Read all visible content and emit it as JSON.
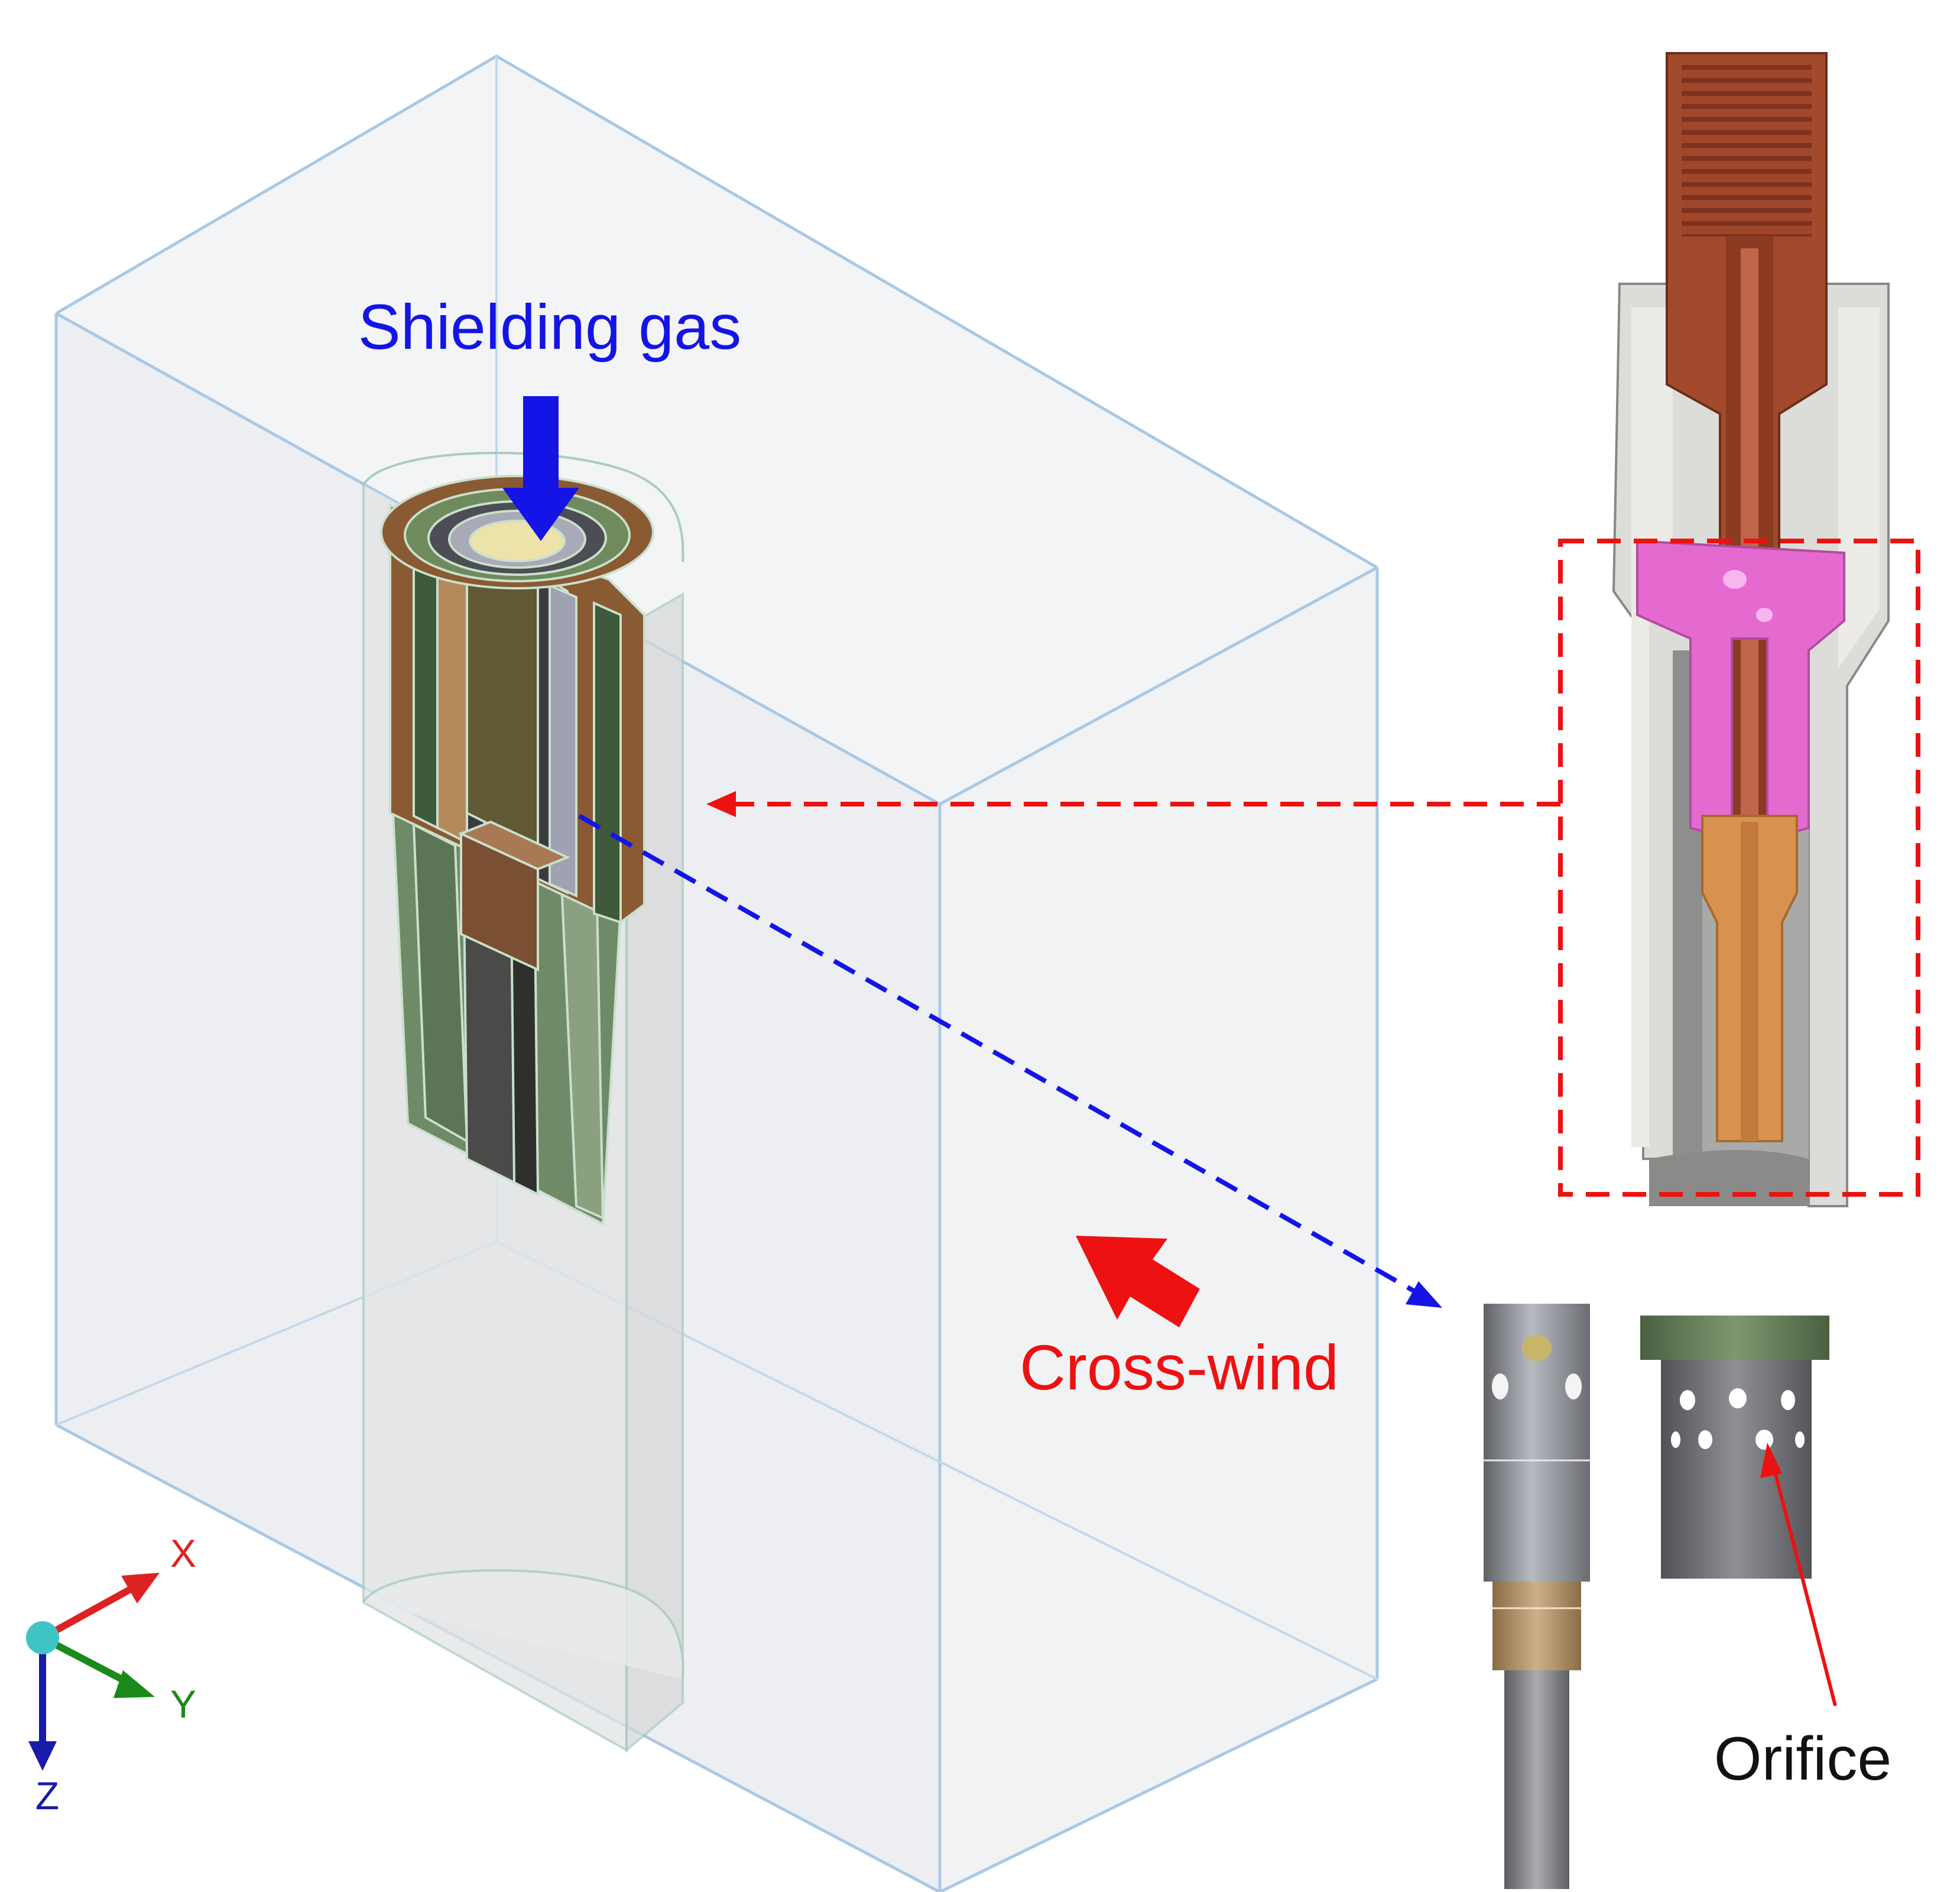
{
  "labels": {
    "shielding_gas": "Shielding gas",
    "cross_wind": "Cross-wind",
    "orifice": "Orifice"
  },
  "axes": {
    "x": "X",
    "y": "Y",
    "z": "Z"
  },
  "colors": {
    "shielding_gas": "#1414e6",
    "cross_wind": "#ee1111",
    "axis_x": "#dd2222",
    "axis_y": "#1a8a1a",
    "axis_z": "#1a1aa8",
    "domain_box": "#a8c8e6",
    "copper": "#a34a2c",
    "ceramic": "#d9d9d6",
    "insulator_pink": "#e46ad0",
    "contact_tip": "#d8924f",
    "nozzle_gray": "#7f8186",
    "orifice_cap_green": "#5e7a52"
  }
}
